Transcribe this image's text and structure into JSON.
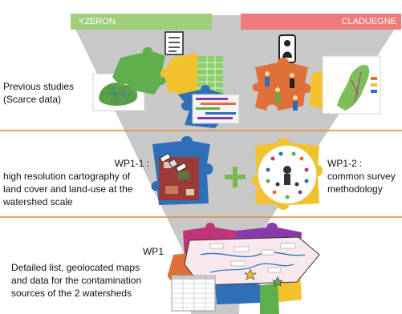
{
  "headers": {
    "left_label": "YZERON",
    "right_label": "CLADUEGNE",
    "left_color": "#9fcf7a",
    "right_color": "#ef7a7a"
  },
  "rows": {
    "row1_text": [
      "Previous studies",
      "(Scarce data)"
    ],
    "row2_left": [
      "WP1-1 :",
      "high resolution cartography of",
      "land cover and land-use at the",
      "watershed scale"
    ],
    "row2_right": [
      "WP1-2 :",
      "common survey",
      "methodology"
    ],
    "row3_title": "WP1",
    "row3_text": [
      "Detailed list, geolocated maps",
      "and data for the contamination",
      "sources of the 2 watersheds"
    ]
  },
  "colors": {
    "funnel": "#c8c8c8",
    "divider": "#e08a3c",
    "plus": "#79b84f",
    "puzzle_green": "#5fb04c",
    "puzzle_yellow": "#f2c12e",
    "puzzle_blue": "#2f6fb8",
    "puzzle_orange": "#e0703a",
    "puzzle_purple": "#8a3aa8",
    "puzzle_magenta": "#c0357a"
  },
  "icons": [
    "document-icon",
    "person-icon",
    "satellite-icon",
    "star-icon"
  ]
}
